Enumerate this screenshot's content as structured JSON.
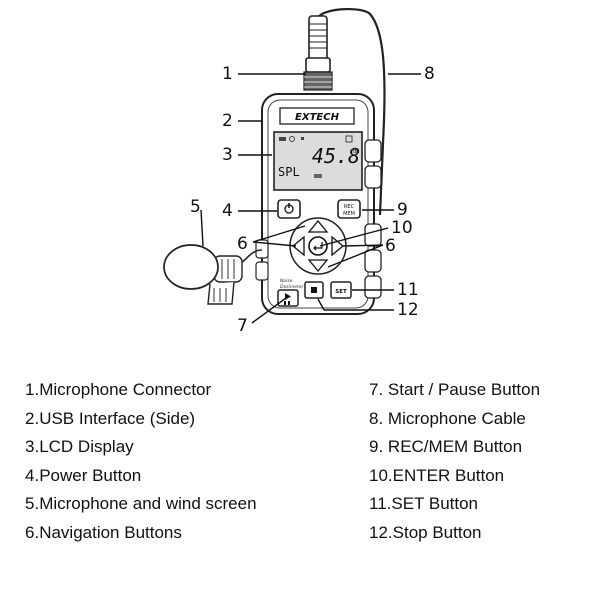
{
  "device": {
    "brand": "EXTECH",
    "lcd_reading": "45.8",
    "lcd_unit": "dB",
    "lcd_mode": "SPL",
    "rec_mem_label_1": "REC",
    "rec_mem_label_2": "MEM",
    "set_label": "SET",
    "model_caption_1": "Noise",
    "model_caption_2": "Dosimeter"
  },
  "callouts": [
    {
      "number": "1"
    },
    {
      "number": "2"
    },
    {
      "number": "3"
    },
    {
      "number": "4"
    },
    {
      "number": "5"
    },
    {
      "number": "6"
    },
    {
      "number": "6"
    },
    {
      "number": "7"
    },
    {
      "number": "8"
    },
    {
      "number": "9"
    },
    {
      "number": "10"
    },
    {
      "number": "11"
    },
    {
      "number": "12"
    }
  ],
  "legend_left": [
    {
      "number": "1.",
      "text": "Microphone Connector"
    },
    {
      "number": "2.",
      "text": "USB Interface (Side)"
    },
    {
      "number": "3.",
      "text": "LCD Display"
    },
    {
      "number": "4.",
      "text": "Power Button"
    },
    {
      "number": "5.",
      "text": "Microphone and wind screen"
    },
    {
      "number": "6.",
      "text": "Navigation Buttons"
    }
  ],
  "legend_right": [
    {
      "number": "7.",
      "text": " Start / Pause Button"
    },
    {
      "number": "8.",
      "text": " Microphone Cable"
    },
    {
      "number": "9.",
      "text": " REC/MEM Button"
    },
    {
      "number": "10.",
      "text": "ENTER Button"
    },
    {
      "number": "11.",
      "text": "SET Button"
    },
    {
      "number": "12.",
      "text": "Stop Button"
    }
  ]
}
